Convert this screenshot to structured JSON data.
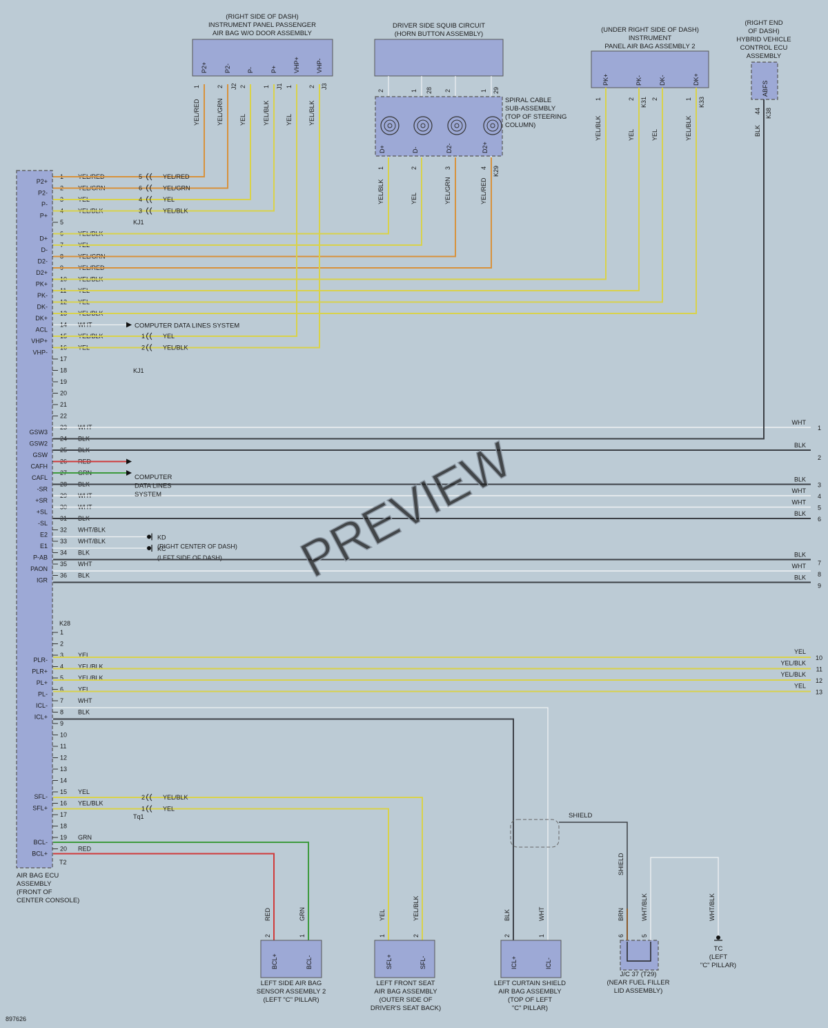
{
  "diagram_id": "897626",
  "preview_watermark": "PREVIEW",
  "ecu": {
    "caption": [
      "AIR BAG ECU",
      "ASSEMBLY",
      "(FRONT OF",
      "CENTER CONSOLE)"
    ],
    "connector_k28": "K28",
    "connector_t2": "T2"
  },
  "components": {
    "passenger_airbag": {
      "caption": [
        "(RIGHT SIDE OF DASH)",
        "INSTRUMENT PANEL PASSENGER",
        "AIR BAG W/O DOOR ASSEMBLY"
      ],
      "pins": [
        "P2+",
        "P2-",
        "P-",
        "P+",
        "VHP+",
        "VHP-"
      ],
      "connectors": [
        "J2",
        "J1",
        "J3"
      ]
    },
    "driver_squib": {
      "caption": [
        "DRIVER SIDE SQUIB CIRCUIT",
        "(HORN BUTTON ASSEMBLY)"
      ],
      "connectors": [
        "28",
        "29"
      ]
    },
    "spiral_cable": {
      "caption": [
        "SPIRAL CABLE",
        "SUB-ASSEMBLY",
        "(TOP OF STEERING",
        "COLUMN)"
      ],
      "pins": [
        "D+",
        "D-",
        "D2-",
        "D2+"
      ],
      "connector": "K29"
    },
    "panel_airbag2": {
      "caption": [
        "(UNDER RIGHT SIDE OF DASH)",
        "INSTRUMENT",
        "PANEL AIR BAG ASSEMBLY 2"
      ],
      "pins": [
        "PK+",
        "PK-",
        "DK-",
        "DK+"
      ],
      "connectors": [
        "K31",
        "K33"
      ]
    },
    "hv_ecu": {
      "caption": [
        "(RIGHT END",
        "OF DASH)",
        "HYBRID VEHICLE",
        "CONTROL ECU",
        "ASSEMBLY"
      ],
      "pin": "ABFS",
      "pin_no": "44",
      "connector": "K38",
      "wire": "BLK"
    },
    "left_side_sensor": {
      "caption": [
        "LEFT SIDE AIR BAG",
        "SENSOR ASSEMBLY 2",
        "(LEFT \"C\" PILLAR)"
      ],
      "pins": [
        "BCL+",
        "BCL-"
      ]
    },
    "left_front_seat": {
      "caption": [
        "LEFT FRONT SEAT",
        "AIR BAG ASSEMBLY",
        "(OUTER SIDE OF",
        "DRIVER'S SEAT BACK)"
      ],
      "pins": [
        "SFL+",
        "SFL-"
      ]
    },
    "left_curtain": {
      "caption": [
        "LEFT CURTAIN SHIELD",
        "AIR BAG ASSEMBLY",
        "(TOP OF LEFT",
        "\"C\" PILLAR)"
      ],
      "pins": [
        "ICL+",
        "ICL-"
      ]
    },
    "jc37": {
      "caption": [
        "J/C 37 (T29)",
        "(NEAR FUEL FILLER",
        "LID ASSEMBLY)"
      ]
    },
    "tc_ground": {
      "caption": [
        "TC",
        "(LEFT",
        "\"C\" PILLAR)"
      ]
    }
  },
  "notes": {
    "computer_data_lines": "COMPUTER DATA LINES SYSTEM",
    "computer_data_lines_multi": [
      "COMPUTER",
      "DATA LINES",
      "SYSTEM"
    ],
    "kd": [
      "KD",
      "(RIGHT CENTER OF DASH)"
    ],
    "kc": [
      "KC",
      "(LEFT SIDE OF DASH)"
    ],
    "kj1": "KJ1",
    "tq1": "Tq1",
    "shield": "SHIELD"
  },
  "k28_rows": [
    {
      "pin": "1",
      "sig": "P2+",
      "wire": "YEL/RED"
    },
    {
      "pin": "2",
      "sig": "P2-",
      "wire": "YEL/GRN"
    },
    {
      "pin": "3",
      "sig": "P-",
      "wire": "YEL"
    },
    {
      "pin": "4",
      "sig": "P+",
      "wire": "YEL/BLK"
    },
    {
      "pin": "5",
      "sig": "",
      "wire": ""
    },
    {
      "pin": "6",
      "sig": "D+",
      "wire": "YEL/BLK"
    },
    {
      "pin": "7",
      "sig": "D-",
      "wire": "YEL"
    },
    {
      "pin": "8",
      "sig": "D2-",
      "wire": "YEL/GRN"
    },
    {
      "pin": "9",
      "sig": "D2+",
      "wire": "YEL/RED"
    },
    {
      "pin": "10",
      "sig": "PK+",
      "wire": "YEL/BLK"
    },
    {
      "pin": "11",
      "sig": "PK-",
      "wire": "YEL"
    },
    {
      "pin": "12",
      "sig": "DK-",
      "wire": "YEL"
    },
    {
      "pin": "13",
      "sig": "DK+",
      "wire": "YEL/BLK"
    },
    {
      "pin": "14",
      "sig": "ACL",
      "wire": "WHT"
    },
    {
      "pin": "15",
      "sig": "VHP+",
      "wire": "YEL/BLK"
    },
    {
      "pin": "16",
      "sig": "VHP-",
      "wire": "YEL"
    },
    {
      "pin": "17",
      "sig": "",
      "wire": ""
    },
    {
      "pin": "18",
      "sig": "",
      "wire": ""
    },
    {
      "pin": "19",
      "sig": "",
      "wire": ""
    },
    {
      "pin": "20",
      "sig": "",
      "wire": ""
    },
    {
      "pin": "21",
      "sig": "",
      "wire": ""
    },
    {
      "pin": "22",
      "sig": "",
      "wire": ""
    },
    {
      "pin": "23",
      "sig": "GSW3",
      "wire": "WHT"
    },
    {
      "pin": "24",
      "sig": "GSW2",
      "wire": "BLK"
    },
    {
      "pin": "25",
      "sig": "GSW",
      "wire": "BLK"
    },
    {
      "pin": "26",
      "sig": "CAFH",
      "wire": "RED"
    },
    {
      "pin": "27",
      "sig": "CAFL",
      "wire": "GRN"
    },
    {
      "pin": "28",
      "sig": "-SR",
      "wire": "BLK"
    },
    {
      "pin": "29",
      "sig": "+SR",
      "wire": "WHT"
    },
    {
      "pin": "30",
      "sig": "+SL",
      "wire": "WHT"
    },
    {
      "pin": "31",
      "sig": "-SL",
      "wire": "BLK"
    },
    {
      "pin": "32",
      "sig": "E2",
      "wire": "WHT/BLK"
    },
    {
      "pin": "33",
      "sig": "E1",
      "wire": "WHT/BLK"
    },
    {
      "pin": "34",
      "sig": "P-AB",
      "wire": "BLK"
    },
    {
      "pin": "35",
      "sig": "PAON",
      "wire": "WHT"
    },
    {
      "pin": "36",
      "sig": "IGR",
      "wire": "BLK"
    }
  ],
  "t2_rows": [
    {
      "pin": "1",
      "sig": "",
      "wire": ""
    },
    {
      "pin": "2",
      "sig": "",
      "wire": ""
    },
    {
      "pin": "3",
      "sig": "PLR-",
      "wire": "YEL"
    },
    {
      "pin": "4",
      "sig": "PLR+",
      "wire": "YEL/BLK"
    },
    {
      "pin": "5",
      "sig": "PL+",
      "wire": "YEL/BLK"
    },
    {
      "pin": "6",
      "sig": "PL-",
      "wire": "YEL"
    },
    {
      "pin": "7",
      "sig": "ICL-",
      "wire": "WHT"
    },
    {
      "pin": "8",
      "sig": "ICL+",
      "wire": "BLK"
    },
    {
      "pin": "9",
      "sig": "",
      "wire": ""
    },
    {
      "pin": "10",
      "sig": "",
      "wire": ""
    },
    {
      "pin": "11",
      "sig": "",
      "wire": ""
    },
    {
      "pin": "12",
      "sig": "",
      "wire": ""
    },
    {
      "pin": "13",
      "sig": "",
      "wire": ""
    },
    {
      "pin": "14",
      "sig": "",
      "wire": ""
    },
    {
      "pin": "15",
      "sig": "SFL-",
      "wire": "YEL"
    },
    {
      "pin": "16",
      "sig": "SFL+",
      "wire": "YEL/BLK"
    },
    {
      "pin": "17",
      "sig": "",
      "wire": ""
    },
    {
      "pin": "18",
      "sig": "",
      "wire": ""
    },
    {
      "pin": "19",
      "sig": "BCL-",
      "wire": "GRN"
    },
    {
      "pin": "20",
      "sig": "BCL+",
      "wire": "RED"
    }
  ],
  "right_edge": [
    {
      "num": "1",
      "wire": "WHT"
    },
    {
      "num": "2",
      "wire": "BLK"
    },
    {
      "num": "3",
      "wire": "BLK"
    },
    {
      "num": "4",
      "wire": "WHT"
    },
    {
      "num": "5",
      "wire": "WHT"
    },
    {
      "num": "6",
      "wire": "BLK"
    },
    {
      "num": "7",
      "wire": "BLK"
    },
    {
      "num": "8",
      "wire": "WHT"
    },
    {
      "num": "9",
      "wire": "BLK"
    },
    {
      "num": "10",
      "wire": "YEL"
    },
    {
      "num": "11",
      "wire": "YEL/BLK"
    },
    {
      "num": "12",
      "wire": "YEL/BLK"
    },
    {
      "num": "13",
      "wire": "YEL"
    }
  ],
  "kj1_splices": [
    {
      "num": "5",
      "wire": "YEL/RED"
    },
    {
      "num": "6",
      "wire": "YEL/GRN"
    },
    {
      "num": "4",
      "wire": "YEL"
    },
    {
      "num": "3",
      "wire": "YEL/BLK"
    },
    {
      "num": "1",
      "wire": "YEL"
    },
    {
      "num": "2",
      "wire": "YEL/BLK"
    }
  ],
  "tq1_splices": [
    {
      "num": "2",
      "wire": "YEL/BLK"
    },
    {
      "num": "1",
      "wire": "YEL"
    }
  ],
  "top_wires": {
    "passenger": [
      {
        "pin": "1",
        "wire": "YEL/RED"
      },
      {
        "pin": "2",
        "wire": "YEL/GRN"
      },
      {
        "pin": "2",
        "wire": "YEL"
      },
      {
        "pin": "1",
        "wire": "YEL/BLK"
      },
      {
        "pin": "1",
        "wire": "YEL"
      },
      {
        "pin": "2",
        "wire": "YEL/BLK"
      }
    ],
    "spiral": [
      {
        "pin": "1",
        "wire": "YEL/BLK"
      },
      {
        "pin": "2",
        "wire": "YEL"
      },
      {
        "pin": "3",
        "wire": "YEL/GRN"
      },
      {
        "pin": "4",
        "wire": "YEL/RED"
      }
    ],
    "spiral_top_pins": [
      "2",
      "1",
      "2",
      "1"
    ],
    "panel2": [
      {
        "pin": "1",
        "wire": "YEL/BLK"
      },
      {
        "pin": "2",
        "wire": "YEL"
      },
      {
        "pin": "2",
        "wire": "YEL"
      },
      {
        "pin": "1",
        "wire": "YEL/BLK"
      }
    ]
  },
  "bottom_wires": {
    "sensor": [
      {
        "pin": "2",
        "wire": "RED"
      },
      {
        "pin": "1",
        "wire": "GRN"
      }
    ],
    "seat": [
      {
        "pin": "1",
        "wire": "YEL"
      },
      {
        "pin": "2",
        "wire": "YEL/BLK"
      }
    ],
    "curtain": [
      {
        "pin": "2",
        "wire": "BLK"
      },
      {
        "pin": "1",
        "wire": "WHT"
      }
    ],
    "jc": [
      {
        "pin": "6",
        "wire": "BRN"
      },
      {
        "pin": "5",
        "wire": "WHT/BLK"
      }
    ],
    "jc_shield_wire": "SHIELD",
    "tc_wire": "WHT/BLK"
  },
  "colors": {
    "YEL": "#d9d24a",
    "RED": "#d03a3a",
    "GRN": "#3c9a3c",
    "BLK": "#3b3f45",
    "WHT": "#e6e9ec",
    "BRN": "#8a5a2b",
    "ORG": "#d8913a",
    "ECU": "#9da9d6"
  }
}
